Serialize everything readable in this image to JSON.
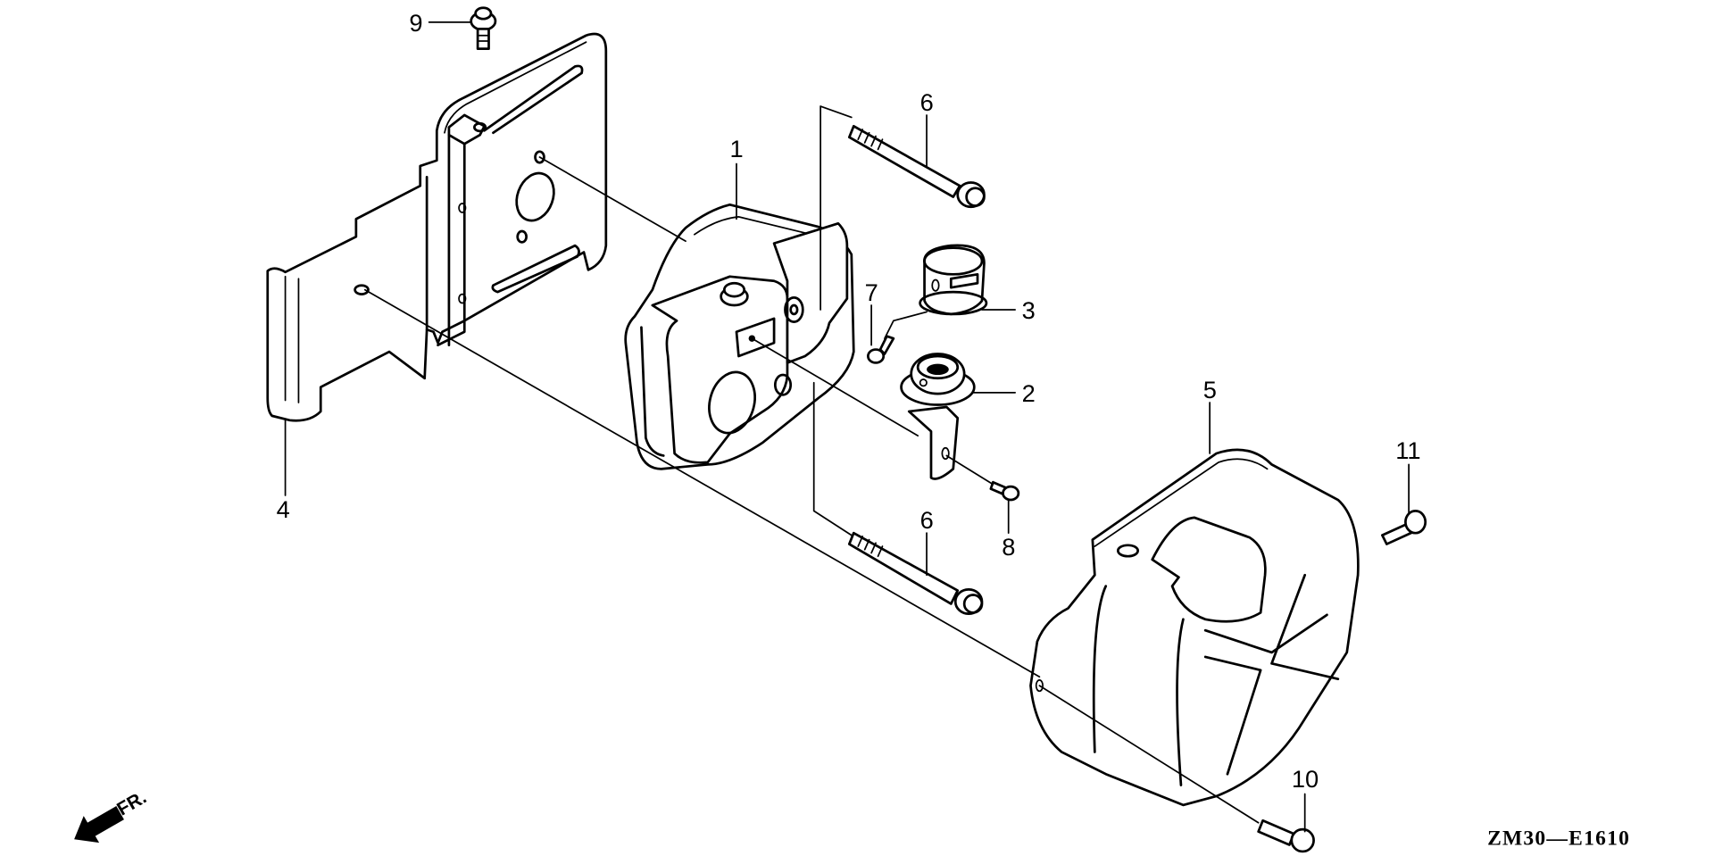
{
  "diagram": {
    "title": "Exploded parts diagram – muffler assembly",
    "drawing_code": "ZM30—E1610",
    "direction_indicator": {
      "label": "FR.",
      "icon": "front-direction-arrow-icon"
    },
    "callouts": [
      {
        "number": "1",
        "part": "muffler"
      },
      {
        "number": "2",
        "part": "spark arrester / outlet with bracket"
      },
      {
        "number": "3",
        "part": "muffler cap / screen"
      },
      {
        "number": "4",
        "part": "muffler bracket plate"
      },
      {
        "number": "5",
        "part": "muffler protector cover"
      },
      {
        "number": "6",
        "part": "flange bolt (upper)"
      },
      {
        "number": "6",
        "part": "flange bolt (lower)"
      },
      {
        "number": "7",
        "part": "tapping screw"
      },
      {
        "number": "8",
        "part": "screw"
      },
      {
        "number": "9",
        "part": "flange bolt"
      },
      {
        "number": "10",
        "part": "flange bolt"
      },
      {
        "number": "11",
        "part": "flange bolt"
      }
    ]
  }
}
